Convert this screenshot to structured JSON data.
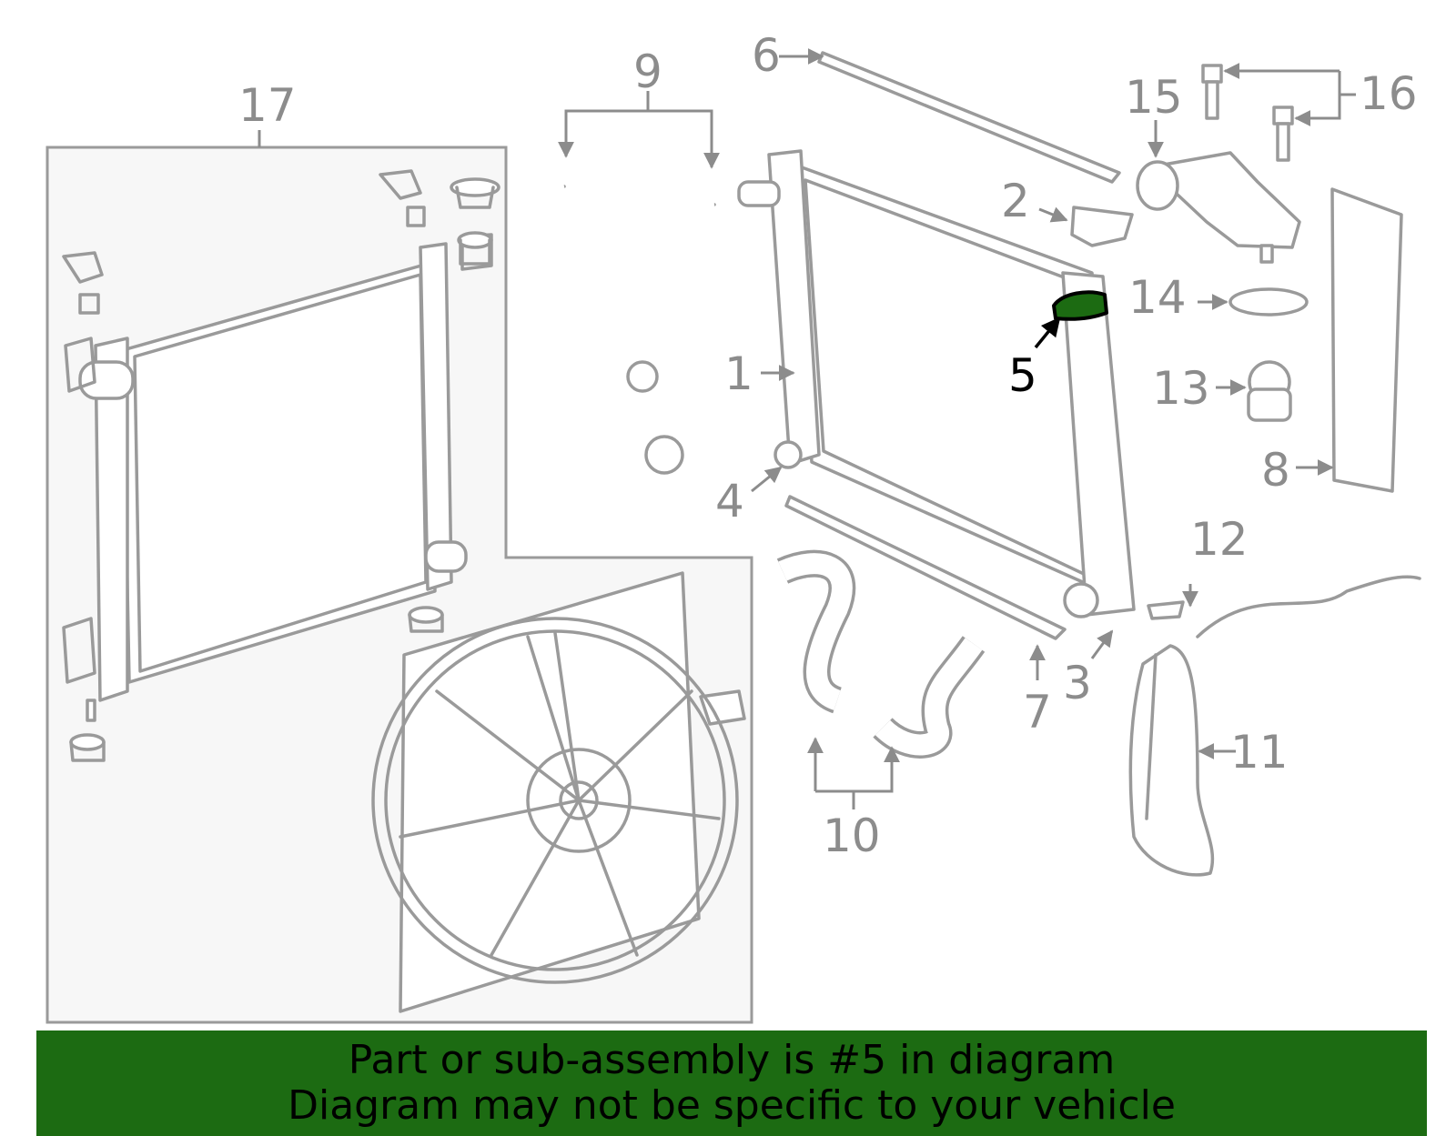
{
  "diagram": {
    "callouts": [
      "1",
      "2",
      "3",
      "4",
      "5",
      "6",
      "7",
      "8",
      "9",
      "10",
      "11",
      "12",
      "13",
      "14",
      "15",
      "16",
      "17"
    ],
    "highlighted_callout": "5",
    "colors": {
      "highlight": "#1c6b12",
      "line": "#9a9a9a",
      "inset_bg": "#f7f7f7"
    }
  },
  "banner": {
    "line1": "Part or sub-assembly is #5 in diagram",
    "line2": "Diagram may not be specific to your vehicle"
  }
}
